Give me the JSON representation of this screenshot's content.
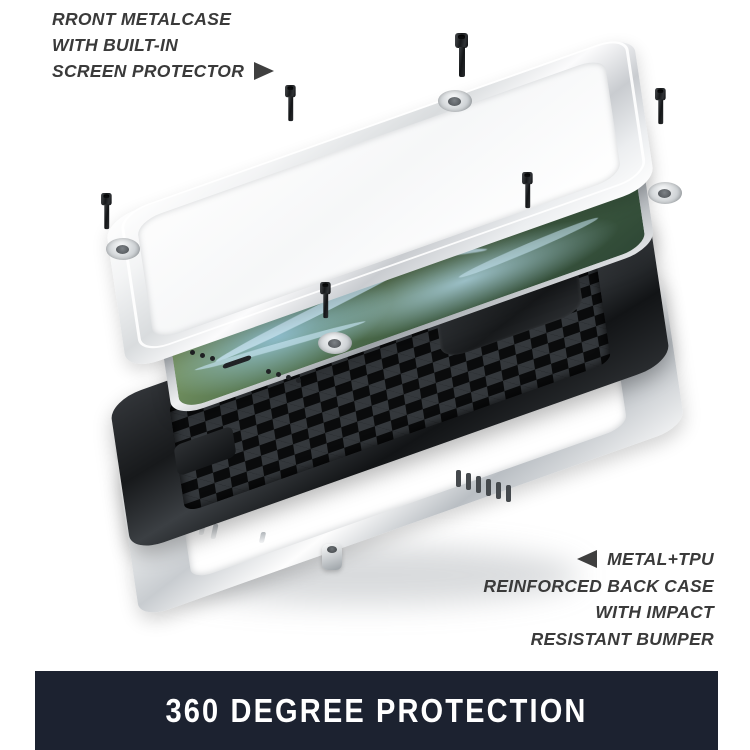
{
  "image": {
    "subject": "exploded-view rugged phone case product photo",
    "background_color": "#ffffff"
  },
  "callouts": [
    {
      "id": "front-case",
      "position": "top-left",
      "arrow_icon": "arrow-right-icon",
      "arrow_direction": "right",
      "text_color": "#3a3a3a",
      "lines": [
        "RRONT METALCASE",
        "WITH BUILT-IN",
        "SCREEN PROTECTOR"
      ]
    },
    {
      "id": "back-case",
      "position": "bottom-right",
      "arrow_icon": "arrow-left-icon",
      "arrow_direction": "left",
      "text_color": "#3a3a3a",
      "lines": [
        "METAL+TPU",
        "REINFORCED BACK CASE",
        "WITH IMPACT",
        "RESISTANT BUMPER"
      ]
    }
  ],
  "banner": {
    "text": "360 DEGREE PROTECTION",
    "background_color": "#1c2230",
    "text_color": "#ffffff"
  },
  "product": {
    "layers": [
      {
        "name": "front-metal-frame",
        "material": "aluminum",
        "color": "#e8eaec"
      },
      {
        "name": "phone-device",
        "material": "glass-and-steel",
        "color": "#c8ccd0"
      },
      {
        "name": "tpu-mesh-back",
        "material": "TPU",
        "color": "#1a1c1e"
      },
      {
        "name": "back-metal-bumper",
        "material": "aluminum",
        "color": "#eef0f1"
      }
    ],
    "screws": {
      "count": 6,
      "color": "#16181a",
      "type": "hex-socket-cap"
    },
    "phone_screen": {
      "wallpaper": "aerial green terrain with river",
      "colors": [
        "#9bb57e",
        "#56764f",
        "#2e4735",
        "#c4e2ee"
      ]
    }
  }
}
